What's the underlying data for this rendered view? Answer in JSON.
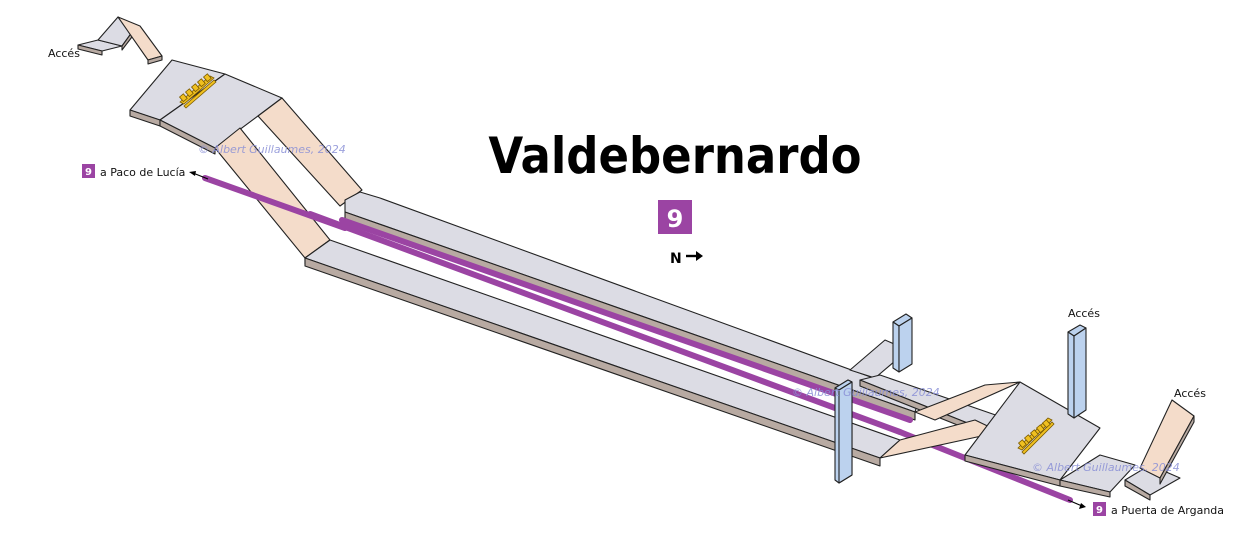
{
  "station": {
    "name": "Valdebernardo",
    "line_number": "9",
    "north_label": "N",
    "line_color": "#9b44a3"
  },
  "labels": {
    "access_left": "Accés",
    "access_right_top": "Accés",
    "access_right_far": "Accés",
    "dest_left_line": "9",
    "dest_left_text": "a Paco de Lucía",
    "dest_right_line": "9",
    "dest_right_text": "a Puerta de Arganda",
    "watermark": "© Albert Guillaumes, 2024"
  },
  "colors": {
    "platform_top": "#dcdce4",
    "platform_side": "#b8aaa2",
    "ramp": "#f4dcca",
    "elevator": "#bcd2ee",
    "ticket_gates": "#f0c020",
    "track": "#9b44a3"
  }
}
